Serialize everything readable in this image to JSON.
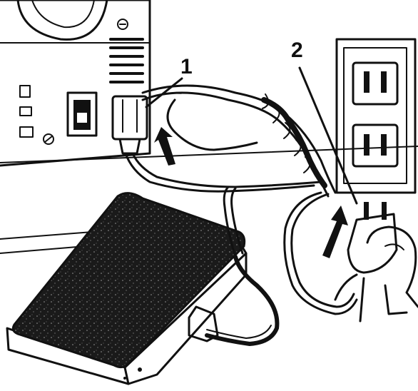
{
  "figure": {
    "callouts": [
      {
        "id": "1",
        "label": "1"
      },
      {
        "id": "2",
        "label": "2"
      }
    ],
    "colors": {
      "ink": "#111111",
      "paper": "#ffffff",
      "pedal_top": "#1a1a1a"
    }
  }
}
